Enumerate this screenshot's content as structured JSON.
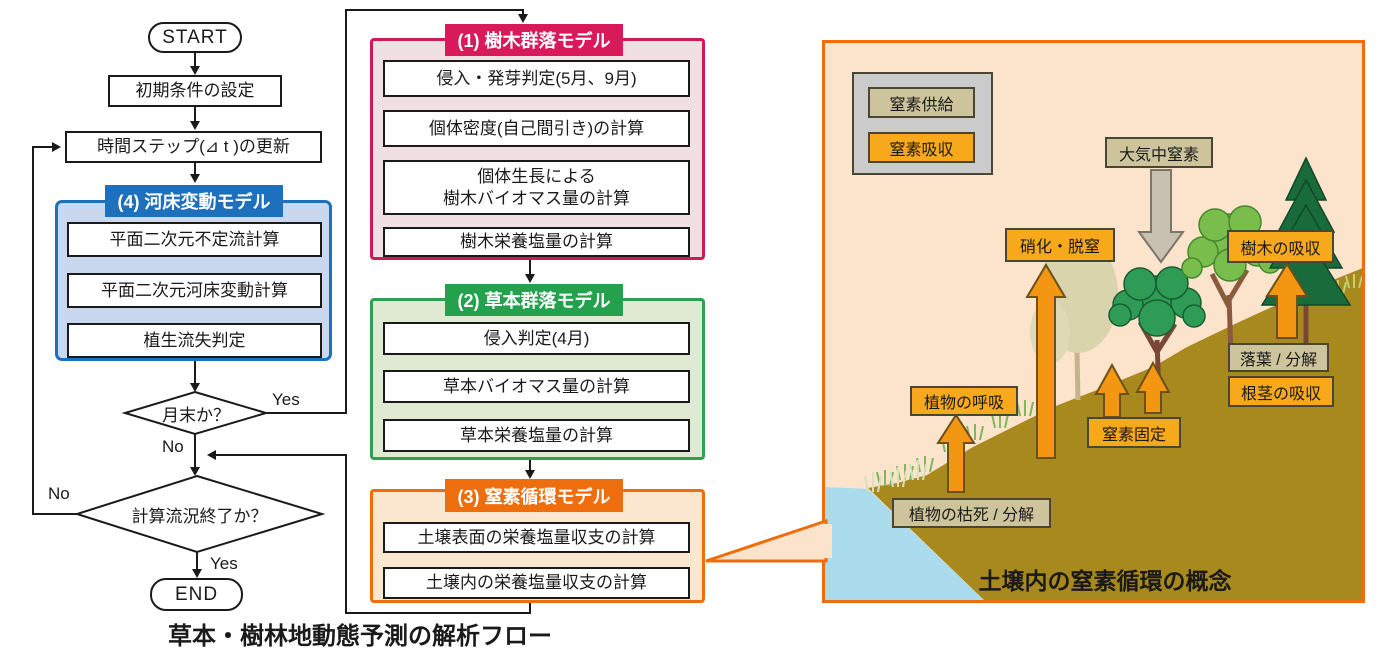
{
  "left_flow": {
    "caption": "草本・樹林地動態予測の解析フロー",
    "start": "START",
    "end": "END",
    "yes": "Yes",
    "no": "No",
    "init": "初期条件の設定",
    "timestep": "時間ステップ(⊿ t )の更新",
    "decision_month": "月末か？",
    "decision_finish": "計算流況終了か？",
    "model4": {
      "title": "(4) 河床変動モデル",
      "steps": [
        "平面二次元不定流計算",
        "平面二次元河床変動計算",
        "植生流失判定"
      ]
    }
  },
  "models": {
    "model1": {
      "title": "(1) 樹木群落モデル",
      "steps": [
        "侵入・発芽判定(5月、9月)",
        "個体密度(自己間引き)の計算",
        "個体生長による\n樹木バイオマス量の計算",
        "樹木栄養塩量の計算"
      ]
    },
    "model2": {
      "title": "(2) 草本群落モデル",
      "steps": [
        "侵入判定(4月)",
        "草本バイオマス量の計算",
        "草本栄養塩量の計算"
      ]
    },
    "model3": {
      "title": "(3) 窒素循環モデル",
      "steps": [
        "土壌表面の栄養塩量収支の計算",
        "土壌内の栄養塩量収支の計算"
      ]
    }
  },
  "panel": {
    "legend": {
      "supply": "窒素供給",
      "uptake": "窒素吸収"
    },
    "labels": {
      "atmosphere": "大気中窒素",
      "nitrification": "硝化・脱窒",
      "tree_uptake": "樹木の吸収",
      "litter": "落葉 / 分解",
      "root_uptake": "根茎の吸収",
      "respiration": "植物の呼吸",
      "fixation": "窒素固定",
      "death": "植物の枯死 / 分解"
    },
    "caption": "土壌内の窒素循環の概念"
  },
  "colors": {
    "model4_accent": "#1E6FBC",
    "model1_accent": "#D81A5A",
    "model2_accent": "#23A14D",
    "model3_accent": "#EE6D0C",
    "panel_background": "#FBE3CC",
    "label_orange": "#F7A81B",
    "label_tan": "#CEC49B",
    "arrow_orange": "#F39612",
    "arrow_gray": "#C8C1B2",
    "soil": "#A7891E",
    "water": "#ABDCEE"
  }
}
